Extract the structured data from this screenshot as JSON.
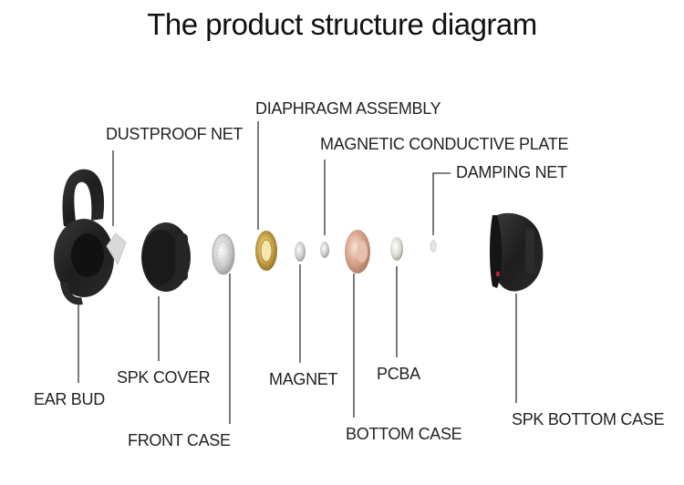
{
  "title": "The product structure diagram",
  "labels": {
    "ear_bud": "EAR BUD",
    "dustproof_net": "DUSTPROOF NET",
    "spk_cover": "SPK COVER",
    "front_case": "FRONT CASE",
    "diaphragm_assembly": "DIAPHRAGM ASSEMBLY",
    "magnet": "MAGNET",
    "magnetic_conductive_plate": "MAGNETIC CONDUCTIVE PLATE",
    "bottom_case": "BOTTOM CASE",
    "pcba": "PCBA",
    "damping_net": "DAMPING NET",
    "spk_bottom_case": "SPK BOTTOM CASE"
  }
}
